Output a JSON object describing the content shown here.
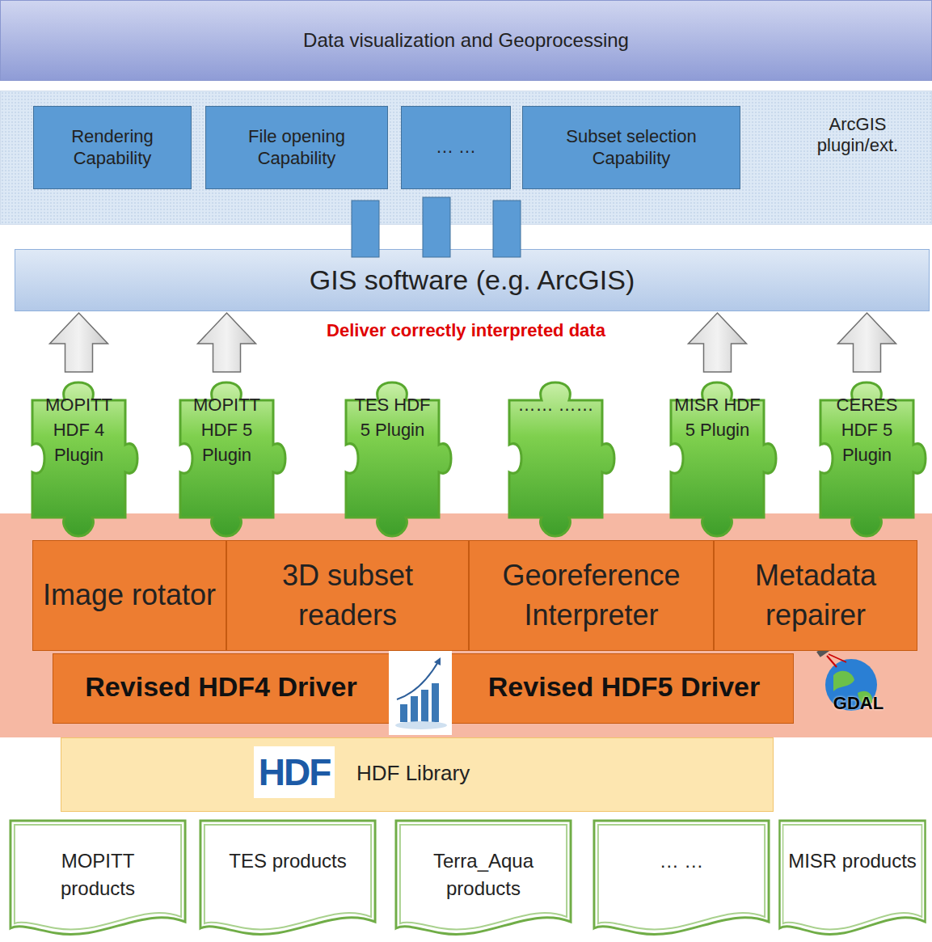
{
  "diagram": {
    "nodes": [
      {
        "text": [
          "Data visualization and Geoprocessing"
        ]
      },
      {
        "text": [
          "ArcGIS plugin/ext."
        ]
      },
      {
        "text": [
          "Rendering Capability"
        ],
        "in": 1
      },
      {
        "text": [
          "File opening Capability"
        ],
        "in": 1
      },
      {
        "text": [
          "… …"
        ],
        "in": 1
      },
      {
        "text": [
          "Subset selection Capability"
        ],
        "in": 1
      },
      {
        "text": [
          "GIS software (e.g. ArcGIS)"
        ]
      },
      {
        "text": [
          "MOPITT HDF 4 Plugin"
        ]
      },
      {
        "text": [
          "MOPITT HDF 5 Plugin"
        ]
      },
      {
        "text": [
          "TES HDF 5 Plugin"
        ]
      },
      {
        "text": [
          "…… ……"
        ]
      },
      {
        "text": [
          "MISR HDF 5 Plugin"
        ]
      },
      {
        "text": [
          "CERES HDF 5 Plugin"
        ]
      },
      {
        "text": [
          "GDAL"
        ]
      },
      {
        "text": [
          "Image rotator"
        ],
        "in": 13
      },
      {
        "text": [
          "3D subset readers"
        ],
        "in": 13
      },
      {
        "text": [
          "Georeference Interpreter"
        ],
        "in": 13
      },
      {
        "text": [
          "Metadata repairer"
        ],
        "in": 13
      },
      {
        "text": [
          "Revised HDF4 Driver",
          "Revised HDF5 Driver"
        ],
        "in": 13
      },
      {
        "text": [
          "HDF",
          "HDF Library"
        ]
      },
      {
        "text": [
          "MOPITT products"
        ]
      },
      {
        "text": [
          "TES products"
        ]
      },
      {
        "text": [
          "Terra_Aqua products"
        ]
      },
      {
        "text": [
          "… …"
        ]
      },
      {
        "text": [
          "MISR products"
        ]
      }
    ],
    "edges": [
      {
        "from": 7,
        "to": 6,
        "arrow": "to"
      },
      {
        "from": 8,
        "to": 6,
        "arrow": "to"
      },
      {
        "from": 11,
        "to": 6,
        "arrow": "to"
      },
      {
        "from": 12,
        "to": 6,
        "arrow": "to"
      }
    ],
    "labels": [
      "Deliver correctly interpreted data"
    ]
  }
}
